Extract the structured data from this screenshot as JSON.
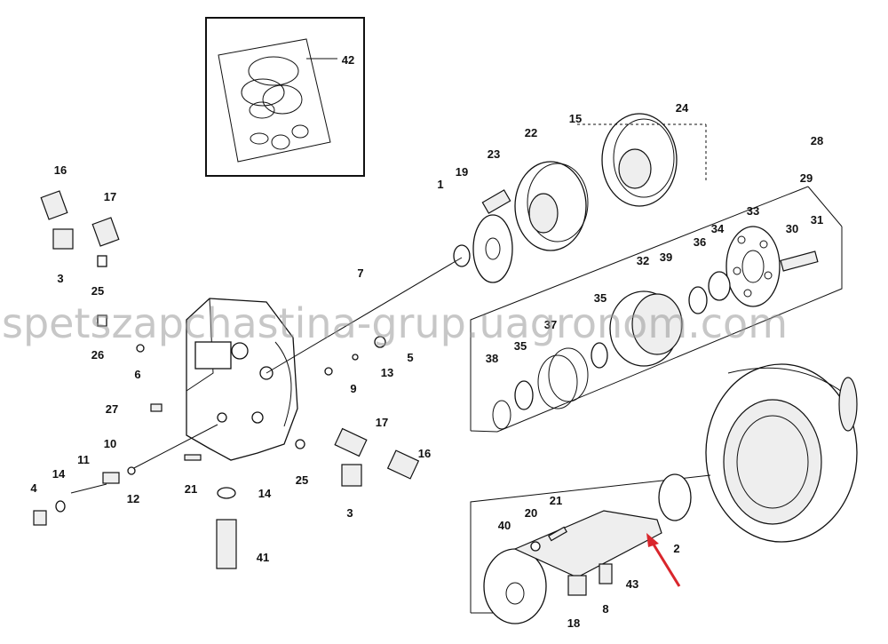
{
  "watermark": "spetszapchastina-grup.uagronom.com",
  "callouts": [
    "42",
    "24",
    "15",
    "22",
    "23",
    "19",
    "1",
    "16",
    "17",
    "3",
    "25",
    "26",
    "6",
    "27",
    "10",
    "11",
    "14",
    "4",
    "12",
    "21",
    "41",
    "5",
    "13",
    "9",
    "7",
    "25",
    "3",
    "16",
    "17",
    "14",
    "28",
    "29",
    "31",
    "30",
    "33",
    "34",
    "36",
    "39",
    "32",
    "35",
    "37",
    "35",
    "38",
    "40",
    "20",
    "21",
    "43",
    "2",
    "18",
    "8"
  ],
  "colors": {
    "arrow": "#d9262c",
    "ink": "#111111",
    "watermark": "#999999"
  }
}
